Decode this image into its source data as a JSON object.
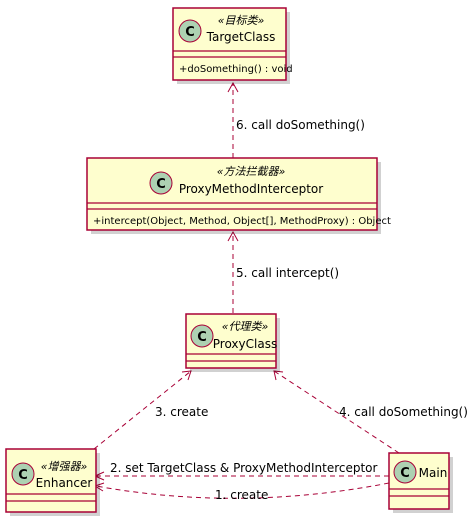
{
  "classes": {
    "target": {
      "stereotype": "«目标类»",
      "name": "TargetClass",
      "methods": [
        "+doSomething() : void"
      ]
    },
    "interceptor": {
      "stereotype": "«方法拦截器»",
      "name": "ProxyMethodInterceptor",
      "methods": [
        "+intercept(Object, Method, Object[], MethodProxy) : Object"
      ]
    },
    "proxy": {
      "stereotype": "«代理类»",
      "name": "ProxyClass"
    },
    "enhancer": {
      "stereotype": "«增强器»",
      "name": "Enhancer"
    },
    "main": {
      "name": "Main"
    }
  },
  "class_icon_letter": "C",
  "edges": {
    "create": "1. create",
    "set": "2. set TargetClass & ProxyMethodInterceptor",
    "create_proxy": "3. create",
    "call_do": "4. call doSomething()",
    "call_intercept": "5. call intercept()",
    "call_target": "6. call doSomething()"
  },
  "colors": {
    "class_fill": "#FEFECE",
    "border": "#A80036",
    "icon_fill": "#ADD1B2"
  }
}
